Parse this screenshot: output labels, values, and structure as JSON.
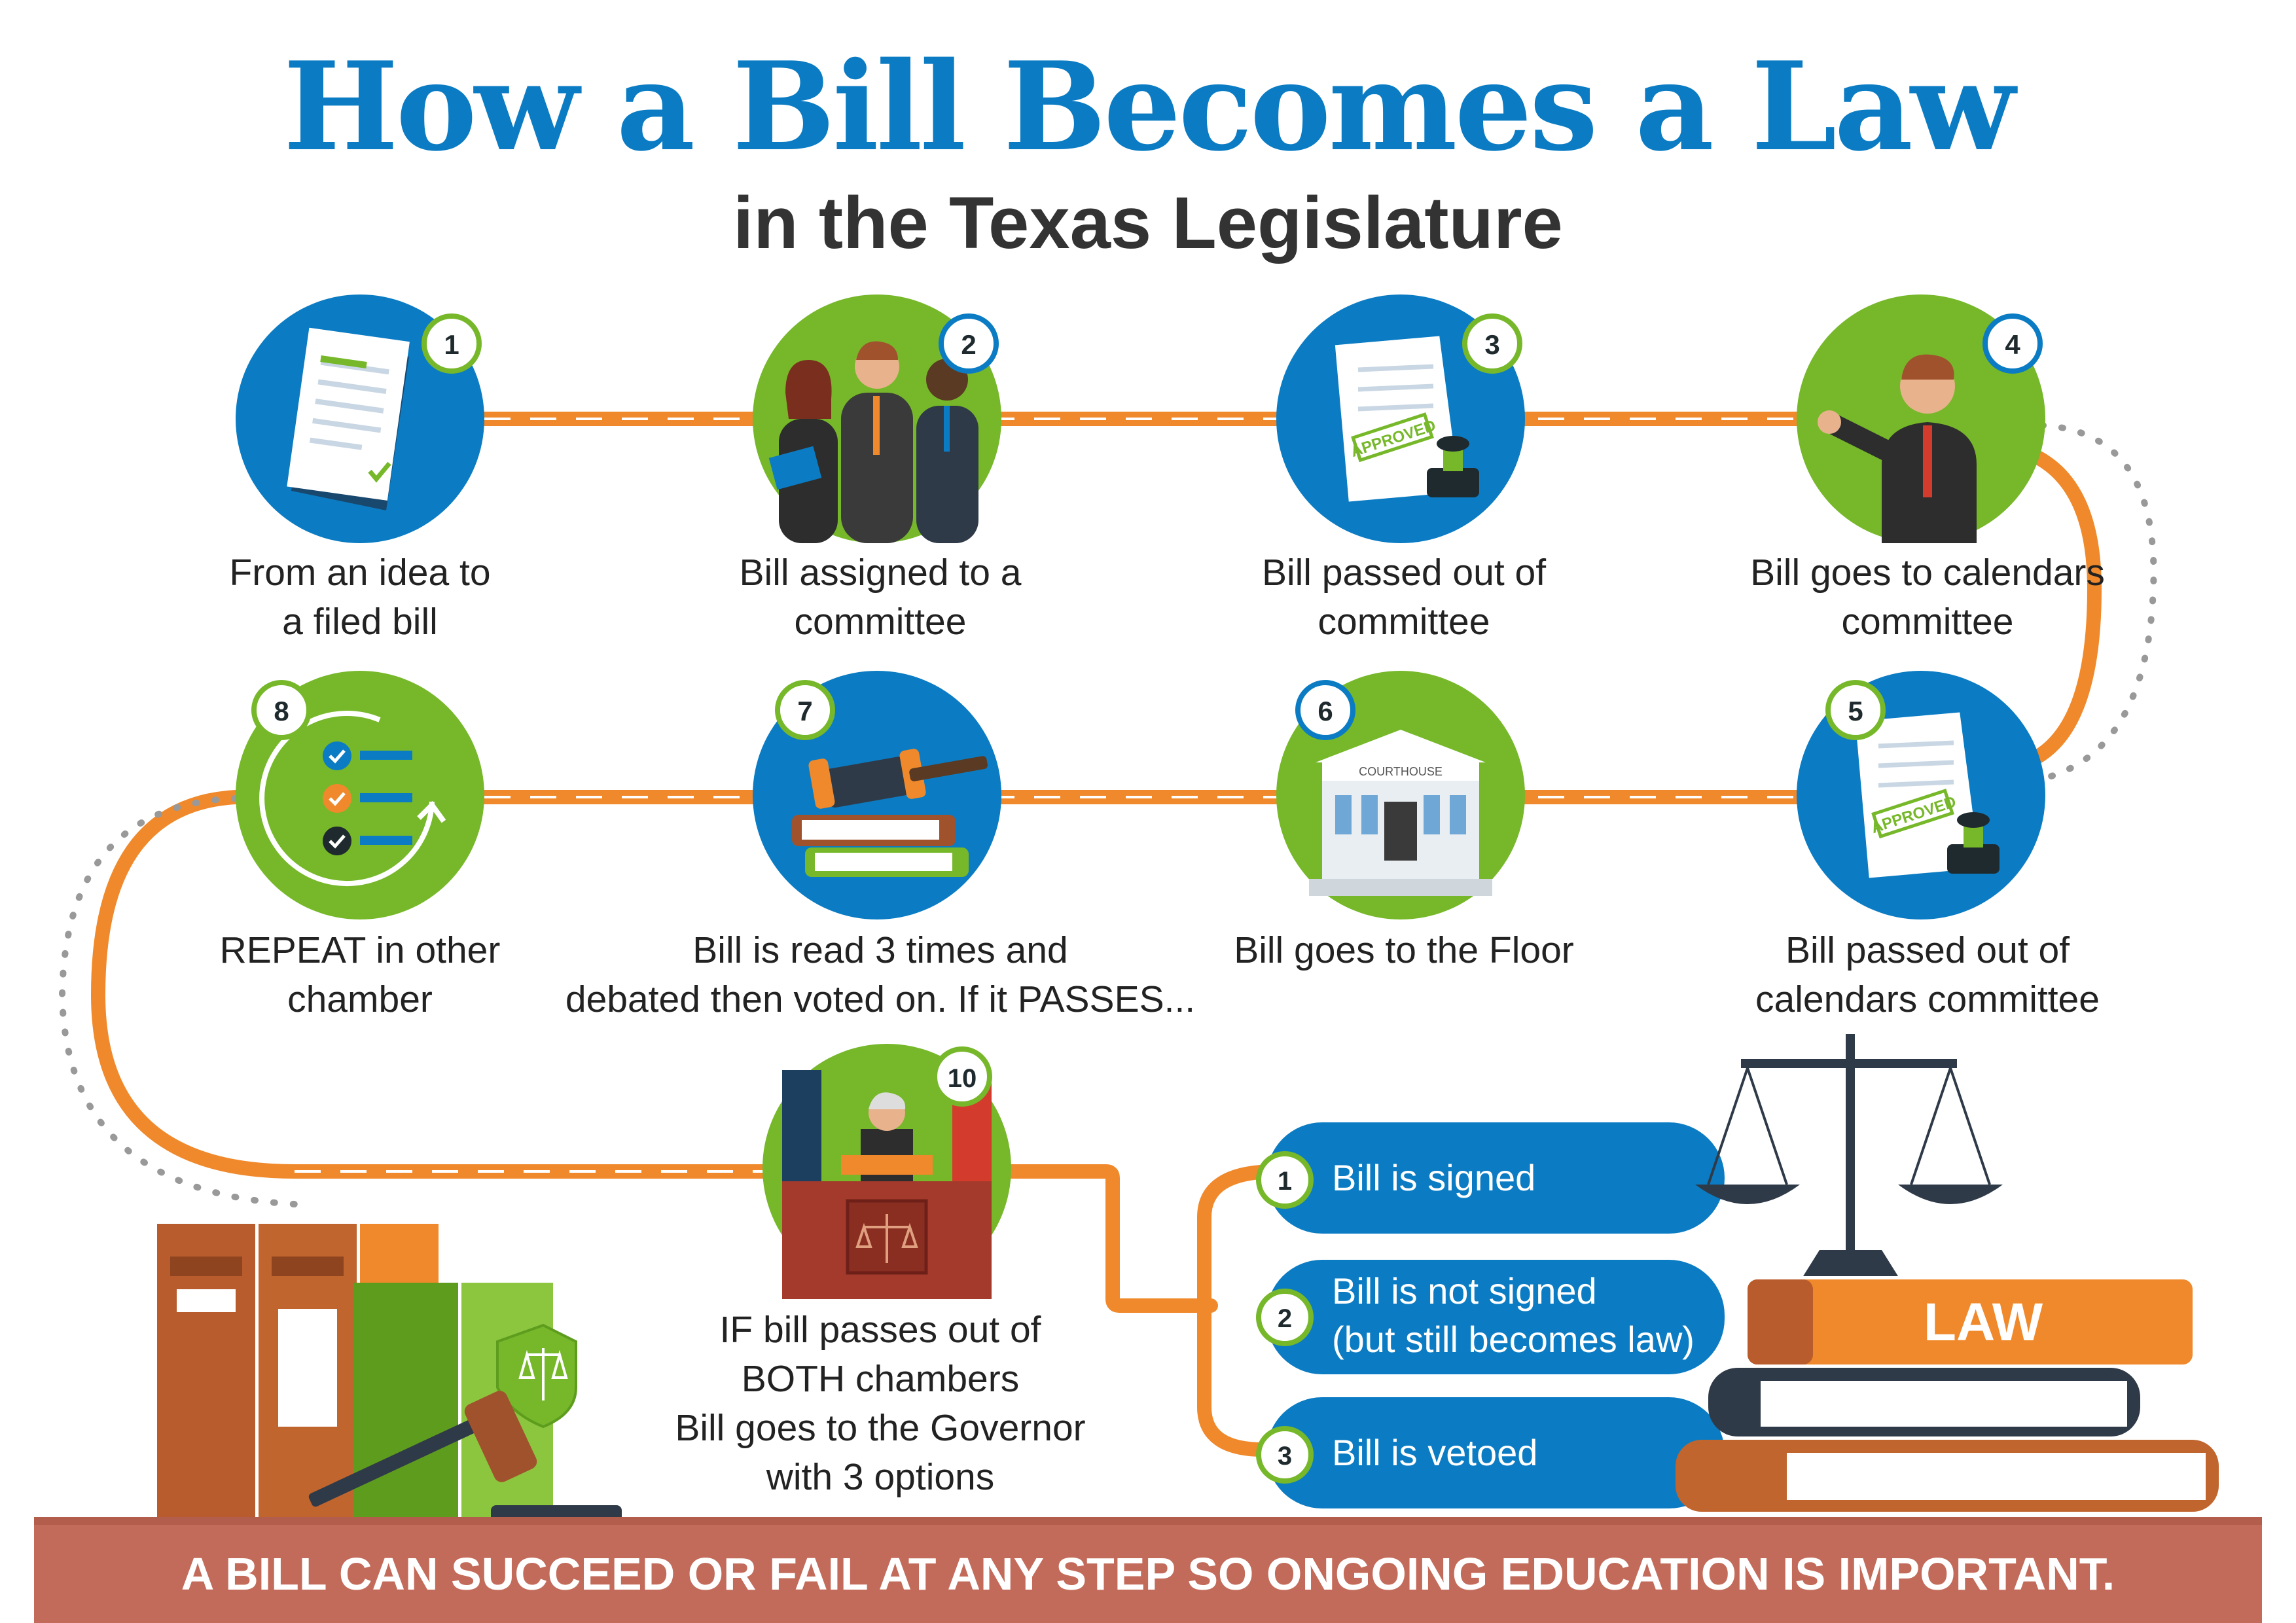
{
  "title": "How a Bill Becomes a Law",
  "subtitle": "in the Texas Legislature",
  "steps": [
    {
      "num": "1",
      "line1": "From an idea to",
      "line2": "a filed bill",
      "icon": "document-icon"
    },
    {
      "num": "2",
      "line1": "Bill assigned to a",
      "line2": "committee",
      "icon": "committee-people-icon"
    },
    {
      "num": "3",
      "line1": "Bill passed out of",
      "line2": "committee",
      "icon": "approved-document-icon",
      "stamp": "APPROVED"
    },
    {
      "num": "4",
      "line1": "Bill goes to calendars",
      "line2": "committee",
      "icon": "presenter-icon"
    },
    {
      "num": "5",
      "line1": "Bill passed out of",
      "line2": "calendars committee",
      "icon": "approved-document-icon",
      "stamp": "APPROVED"
    },
    {
      "num": "6",
      "line1": "Bill goes to the Floor",
      "line2": "",
      "icon": "courthouse-icon",
      "building_label": "COURTHOUSE"
    },
    {
      "num": "7",
      "line1": "Bill is read 3 times and",
      "line2": "debated then voted on. If it PASSES...",
      "icon": "gavel-books-icon"
    },
    {
      "num": "8",
      "line1": "REPEAT in other",
      "line2": "chamber",
      "icon": "checklist-icon"
    },
    {
      "num": "10",
      "line1": "IF bill passes out of",
      "line2": "BOTH chambers",
      "line3": "Bill goes to the Governor",
      "line4": "with 3 options",
      "icon": "governor-podium-icon"
    }
  ],
  "options": [
    {
      "num": "1",
      "line1": "Bill is signed",
      "line2": ""
    },
    {
      "num": "2",
      "line1": "Bill is not signed",
      "line2": "(but still becomes law)"
    },
    {
      "num": "3",
      "line1": "Bill is vetoed",
      "line2": ""
    }
  ],
  "law_book_label": "LAW",
  "footer": "A BILL CAN SUCCEED OR FAIL AT ANY STEP SO ONGOING EDUCATION IS IMPORTANT.",
  "colors": {
    "blue": "#0b7cc3",
    "green": "#76b82a",
    "orange": "#f0892b",
    "footer": "#c36b5a",
    "title_dark": "#333333"
  }
}
